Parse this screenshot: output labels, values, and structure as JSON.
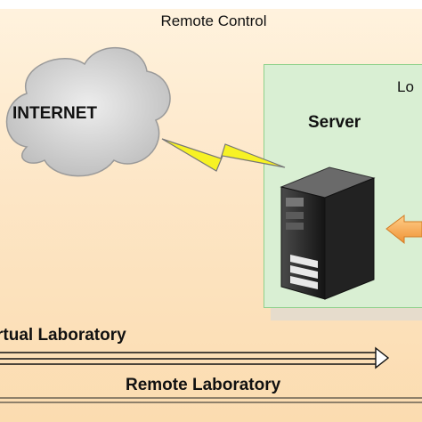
{
  "diagram": {
    "title": "Remote Control",
    "local_label": "Lo",
    "server_label": "Server",
    "internet_label": "INTERNET",
    "virtual_label": "rtual Laboratory",
    "remote_label": "Remote Laboratory"
  },
  "colors": {
    "cloud_fill": "#d3d3d3",
    "lightning_fill": "#f7f224",
    "local_fill": "#d9efd3",
    "local_border": "#8fd18b",
    "server_body": "#1f1f1f",
    "incoming_arrow": "#f1a045"
  },
  "icons": {
    "cloud": "cloud-icon",
    "lightning": "lightning-icon",
    "server": "server-tower-icon",
    "incoming_arrow": "left-arrow-icon",
    "virtual_arrow": "right-double-arrow-icon"
  }
}
